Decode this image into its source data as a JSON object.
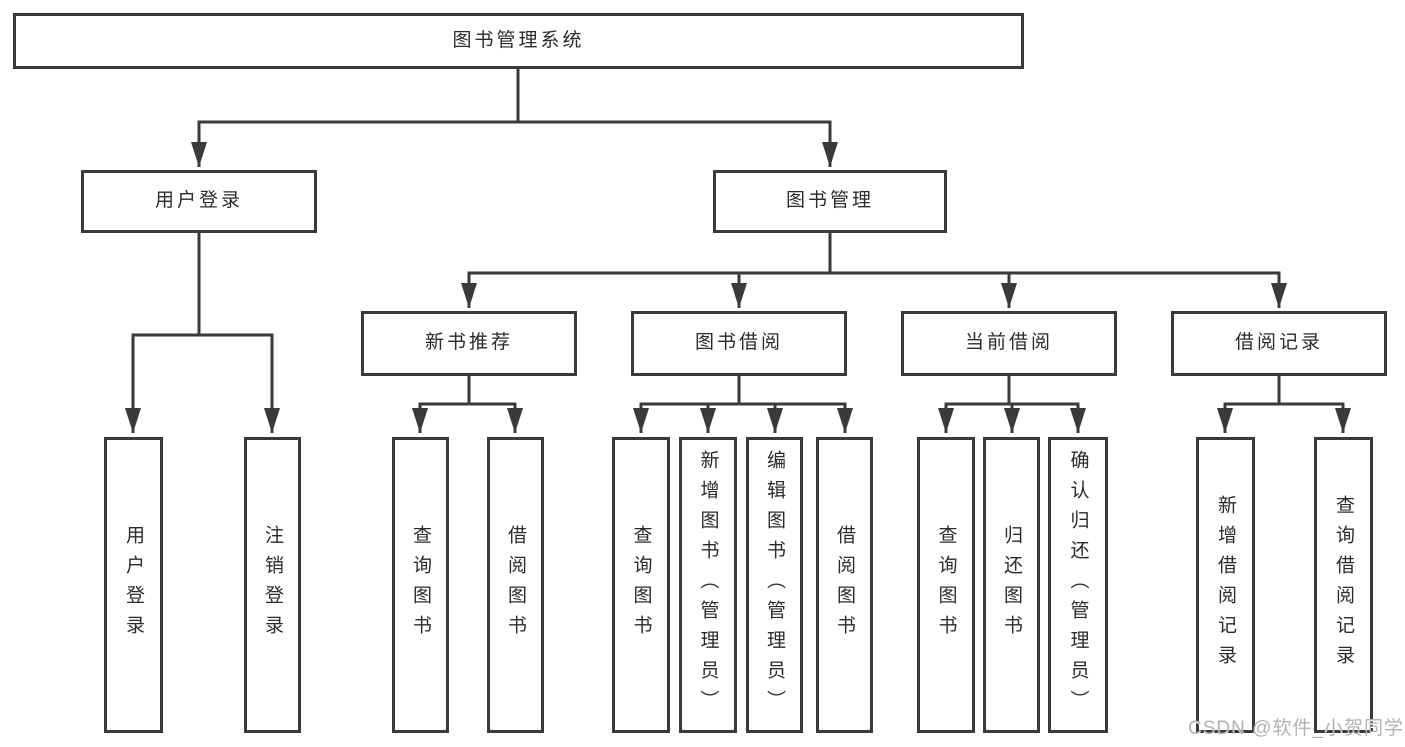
{
  "colors": {
    "line": "#3a3a3a",
    "box_border": "#3a3a3a",
    "text": "#2b2b2b",
    "watermark": "#b2b2b2"
  },
  "root": {
    "label": "图书管理系统"
  },
  "level1": [
    {
      "label": "用户登录"
    },
    {
      "label": "图书管理"
    }
  ],
  "level2": [
    {
      "label": "新书推荐"
    },
    {
      "label": "图书借阅"
    },
    {
      "label": "当前借阅"
    },
    {
      "label": "借阅记录"
    }
  ],
  "level3": {
    "user_login": [
      {
        "label": "用户登录"
      },
      {
        "label": "注销登录"
      }
    ],
    "new_book": [
      {
        "label": "查询图书"
      },
      {
        "label": "借阅图书"
      }
    ],
    "book_borrow": [
      {
        "label": "查询图书"
      },
      {
        "label": "新增图书（管理员）"
      },
      {
        "label": "编辑图书（管理员）"
      },
      {
        "label": "借阅图书"
      }
    ],
    "current_borrow": [
      {
        "label": "查询图书"
      },
      {
        "label": "归还图书"
      },
      {
        "label": "确认归还（管理员）"
      }
    ],
    "borrow_record": [
      {
        "label": "新增借阅记录"
      },
      {
        "label": "查询借阅记录"
      }
    ]
  },
  "watermark": "CSDN @软件_小贺同学"
}
